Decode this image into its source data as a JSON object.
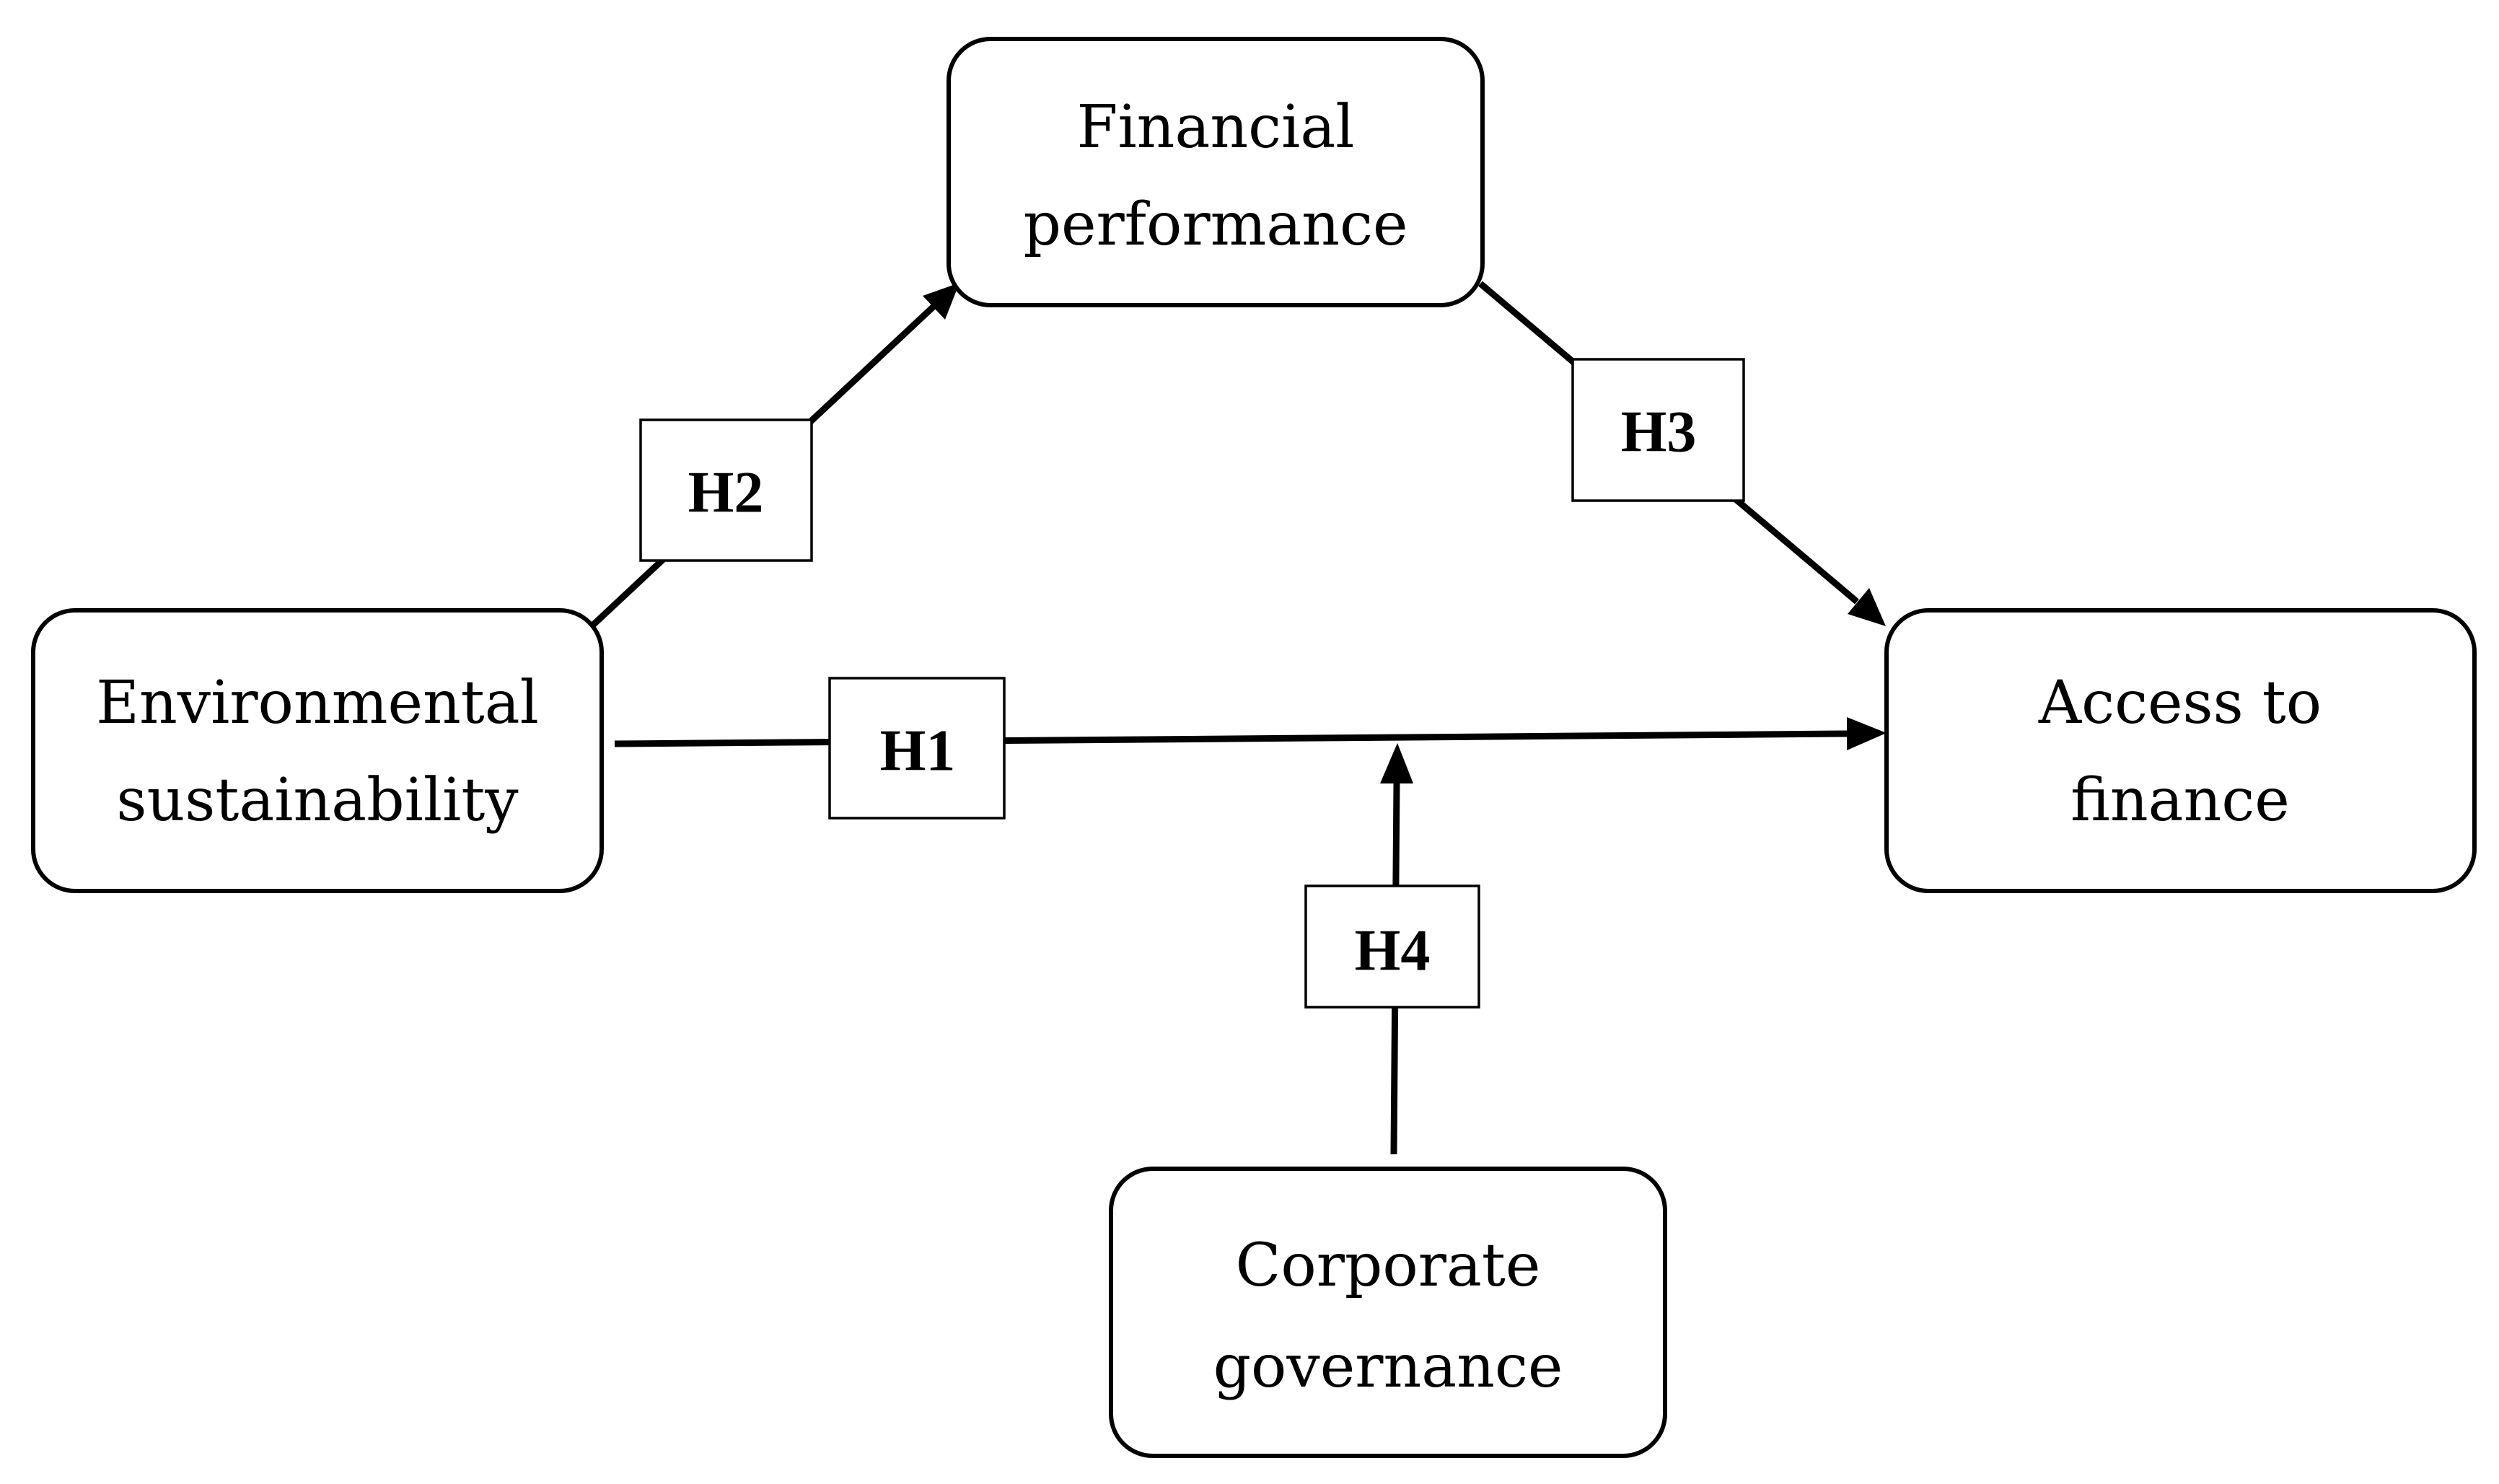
{
  "nodes": {
    "financial_performance": {
      "line1": "Financial",
      "line2": "performance"
    },
    "environmental_sustainability": {
      "line1": "Environmental",
      "line2": "sustainability"
    },
    "access_to_finance": {
      "line1": "Access to",
      "line2": "finance"
    },
    "corporate_governance": {
      "line1": "Corporate",
      "line2": "governance"
    }
  },
  "hypotheses": {
    "h1": "H1",
    "h2": "H2",
    "h3": "H3",
    "h4": "H4"
  },
  "edges": [
    {
      "from": "environmental_sustainability",
      "to": "access_to_finance",
      "label": "h1"
    },
    {
      "from": "environmental_sustainability",
      "to": "financial_performance",
      "label": "h2"
    },
    {
      "from": "financial_performance",
      "to": "access_to_finance",
      "label": "h3"
    },
    {
      "from": "corporate_governance",
      "to": "h1_path",
      "label": "h4"
    }
  ]
}
